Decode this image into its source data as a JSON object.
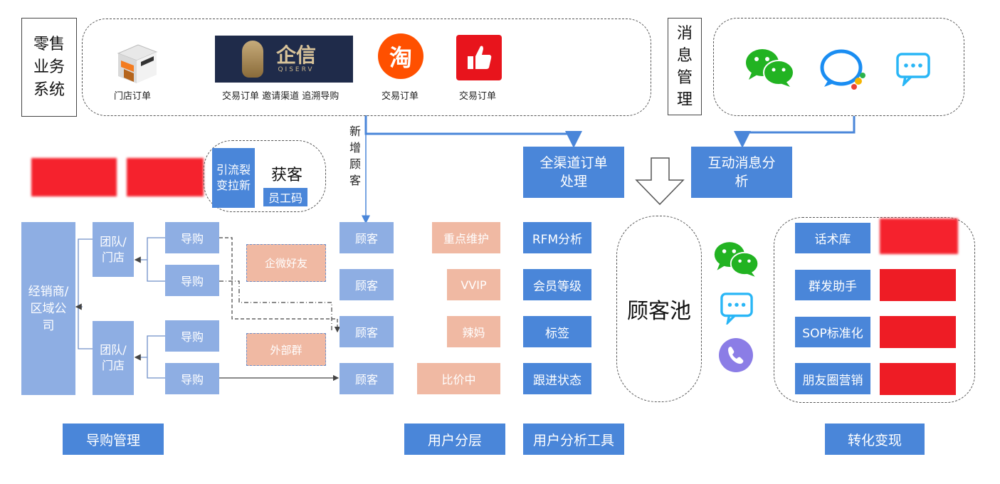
{
  "retail": {
    "title": "零售业务系统",
    "items": [
      {
        "label": "门店订单",
        "icon": "store-icon"
      },
      {
        "label": "交易订单 邀请渠道 追溯导购",
        "icon": "qiserv-logo",
        "logo_text": "QISERV"
      },
      {
        "label": "交易订单",
        "icon": "taobao-icon",
        "glyph": "淘"
      },
      {
        "label": "交易订单",
        "icon": "thumbs-up-icon"
      }
    ]
  },
  "messaging": {
    "title": "消息管理",
    "icons": [
      "wechat-icon",
      "chat-bubble-icon",
      "message-icon"
    ]
  },
  "new_customer_label": "新增顾客",
  "acquire": {
    "box": "引流裂变拉新",
    "title": "获客",
    "employee_code": "员工码"
  },
  "center": {
    "order_processing": "全渠道订单处理",
    "message_analysis": "互动消息分析"
  },
  "guide": {
    "distributor": "经销商/区域公司",
    "teams": [
      "团队/门店",
      "团队/门店"
    ],
    "shoppers": [
      "导购",
      "导购",
      "导购",
      "导购"
    ],
    "wecom_friend": "企微好友",
    "external_group": "外部群",
    "section_label": "导购管理"
  },
  "customers": [
    "顾客",
    "顾客",
    "顾客",
    "顾客"
  ],
  "layers": {
    "items": [
      "重点维护",
      "VVIP",
      "辣妈",
      "比价中"
    ],
    "section_label": "用户分层"
  },
  "analysis": {
    "items": [
      "RFM分析",
      "会员等级",
      "标签",
      "跟进状态"
    ],
    "section_label": "用户分析工具"
  },
  "pool": {
    "title": "顾客池",
    "icons": [
      "wechat-icon",
      "message-icon",
      "phone-icon"
    ]
  },
  "conversion": {
    "items": [
      "话术库",
      "群发助手",
      "SOP标准化",
      "朋友圈营销"
    ],
    "section_label": "转化变现"
  },
  "colors": {
    "primary_blue": "#4a86d9",
    "light_blue": "#8eaee3",
    "salmon": "#f0b9a3",
    "redaction_red": "#ee1c25",
    "wechat_green": "#22b322",
    "taobao_orange": "#ff5000",
    "phone_purple": "#8b7de6"
  }
}
